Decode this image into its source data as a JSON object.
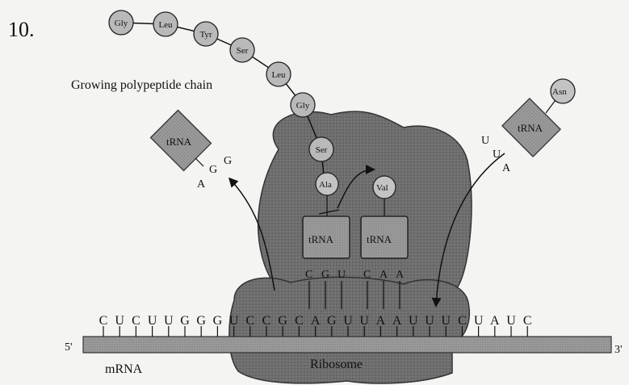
{
  "question_number": "10.",
  "labels": {
    "growing_chain": "Growing polypeptide chain",
    "mrna": "mRNA",
    "ribosome": "Ribosome",
    "five_prime": "5'",
    "three_prime": "3'"
  },
  "polypeptide": [
    "Gly",
    "Leu",
    "Tyr",
    "Ser",
    "Leu",
    "Gly",
    "Ser"
  ],
  "mrna_sequence": [
    "C",
    "U",
    "C",
    "U",
    "U",
    "G",
    "G",
    "G",
    "U",
    "C",
    "C",
    "G",
    "C",
    "A",
    "G",
    "U",
    "U",
    "A",
    "A",
    "U",
    "U",
    "U",
    "C",
    "U",
    "A",
    "U",
    "C"
  ],
  "trna": {
    "exiting": {
      "label": "tRNA",
      "anticodon": [
        "G",
        "G",
        "A"
      ]
    },
    "p_site": {
      "label": "tRNA",
      "amino_acid": "Ala",
      "anticodon": [
        "C",
        "G",
        "U"
      ]
    },
    "a_site": {
      "label": "tRNA",
      "amino_acid": "Val",
      "anticodon": [
        "C",
        "A",
        "A"
      ]
    },
    "entering": {
      "label": "tRNA",
      "amino_acid": "Asn",
      "anticodon": [
        "U",
        "U",
        "A"
      ]
    }
  },
  "colors": {
    "ribosome": "#6f6f6f",
    "beads": "#b9b9b9",
    "trna": "#b4b4b4",
    "mrna": "#8e8e8e"
  }
}
